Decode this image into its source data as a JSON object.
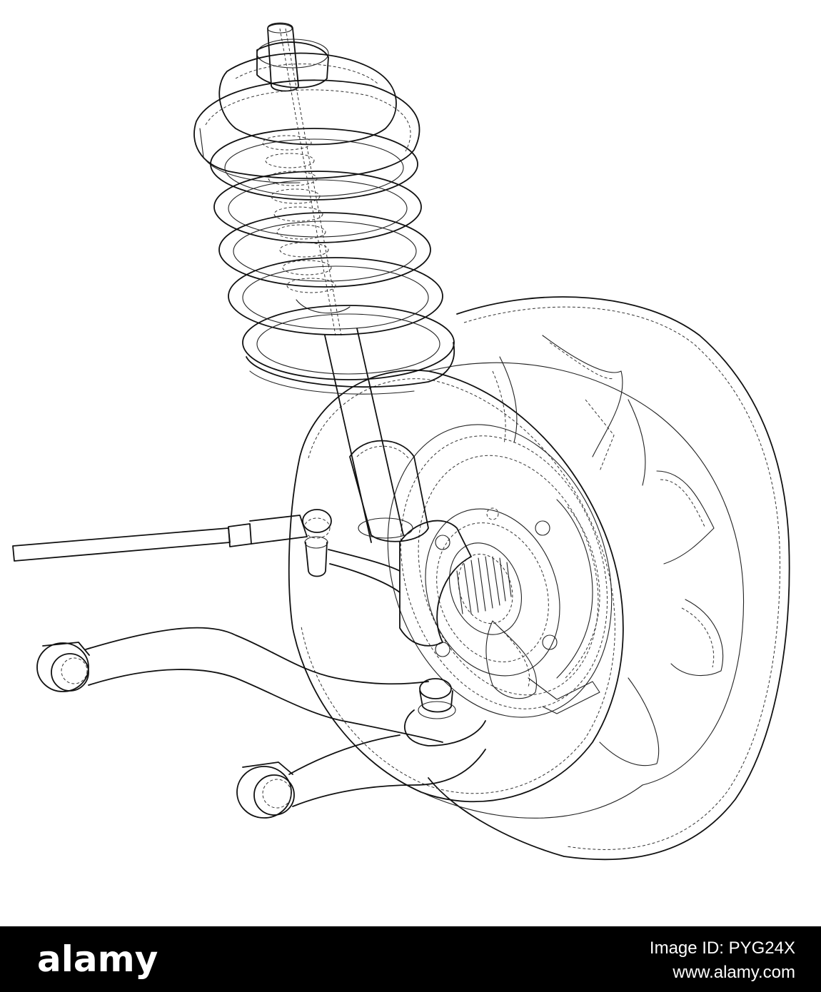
{
  "footer": {
    "brand": "alamy",
    "image_id": "Image ID: PYG24X",
    "url": "www.alamy.com"
  },
  "colors": {
    "background": "#ffffff",
    "line": "#111111",
    "footer_background": "#000000",
    "footer_text": "#ffffff"
  }
}
